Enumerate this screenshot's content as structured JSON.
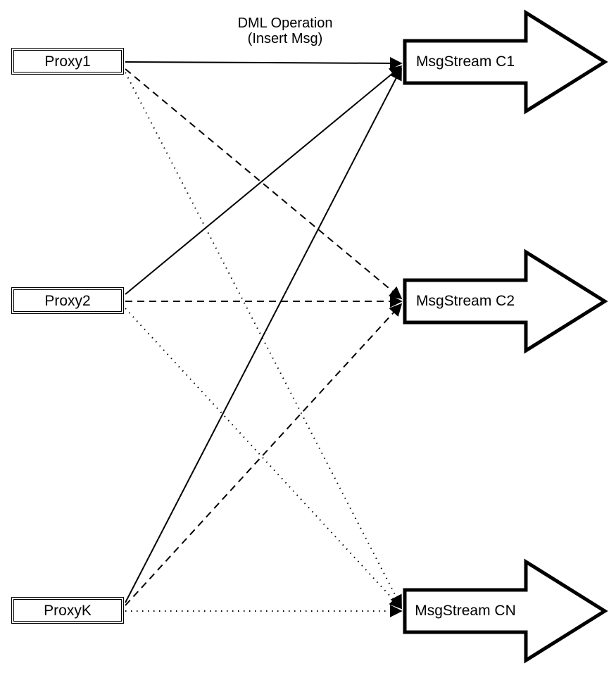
{
  "diagram": {
    "title": {
      "line1": "DML Operation",
      "line2": "(Insert Msg)"
    },
    "proxies": [
      {
        "label": "Proxy1"
      },
      {
        "label": "Proxy2"
      },
      {
        "label": "ProxyK"
      }
    ],
    "streams": [
      {
        "label": "MsgStream C1"
      },
      {
        "label": "MsgStream C2"
      },
      {
        "label": "MsgStream CN"
      }
    ],
    "edges": [
      {
        "from": "Proxy1",
        "to": "MsgStream C1",
        "style": "solid",
        "label": "DML Operation (Insert Msg)"
      },
      {
        "from": "Proxy1",
        "to": "MsgStream C2",
        "style": "dashed",
        "label": ""
      },
      {
        "from": "Proxy1",
        "to": "MsgStream CN",
        "style": "dotted",
        "label": ""
      },
      {
        "from": "Proxy2",
        "to": "MsgStream C1",
        "style": "solid",
        "label": ""
      },
      {
        "from": "Proxy2",
        "to": "MsgStream C2",
        "style": "dashed",
        "label": ""
      },
      {
        "from": "Proxy2",
        "to": "MsgStream CN",
        "style": "dotted",
        "label": ""
      },
      {
        "from": "ProxyK",
        "to": "MsgStream C1",
        "style": "solid",
        "label": ""
      },
      {
        "from": "ProxyK",
        "to": "MsgStream C2",
        "style": "dashed",
        "label": ""
      },
      {
        "from": "ProxyK",
        "to": "MsgStream CN",
        "style": "dotted",
        "label": ""
      }
    ],
    "colors": {
      "stroke": "#000000",
      "fill": "#ffffff"
    }
  }
}
